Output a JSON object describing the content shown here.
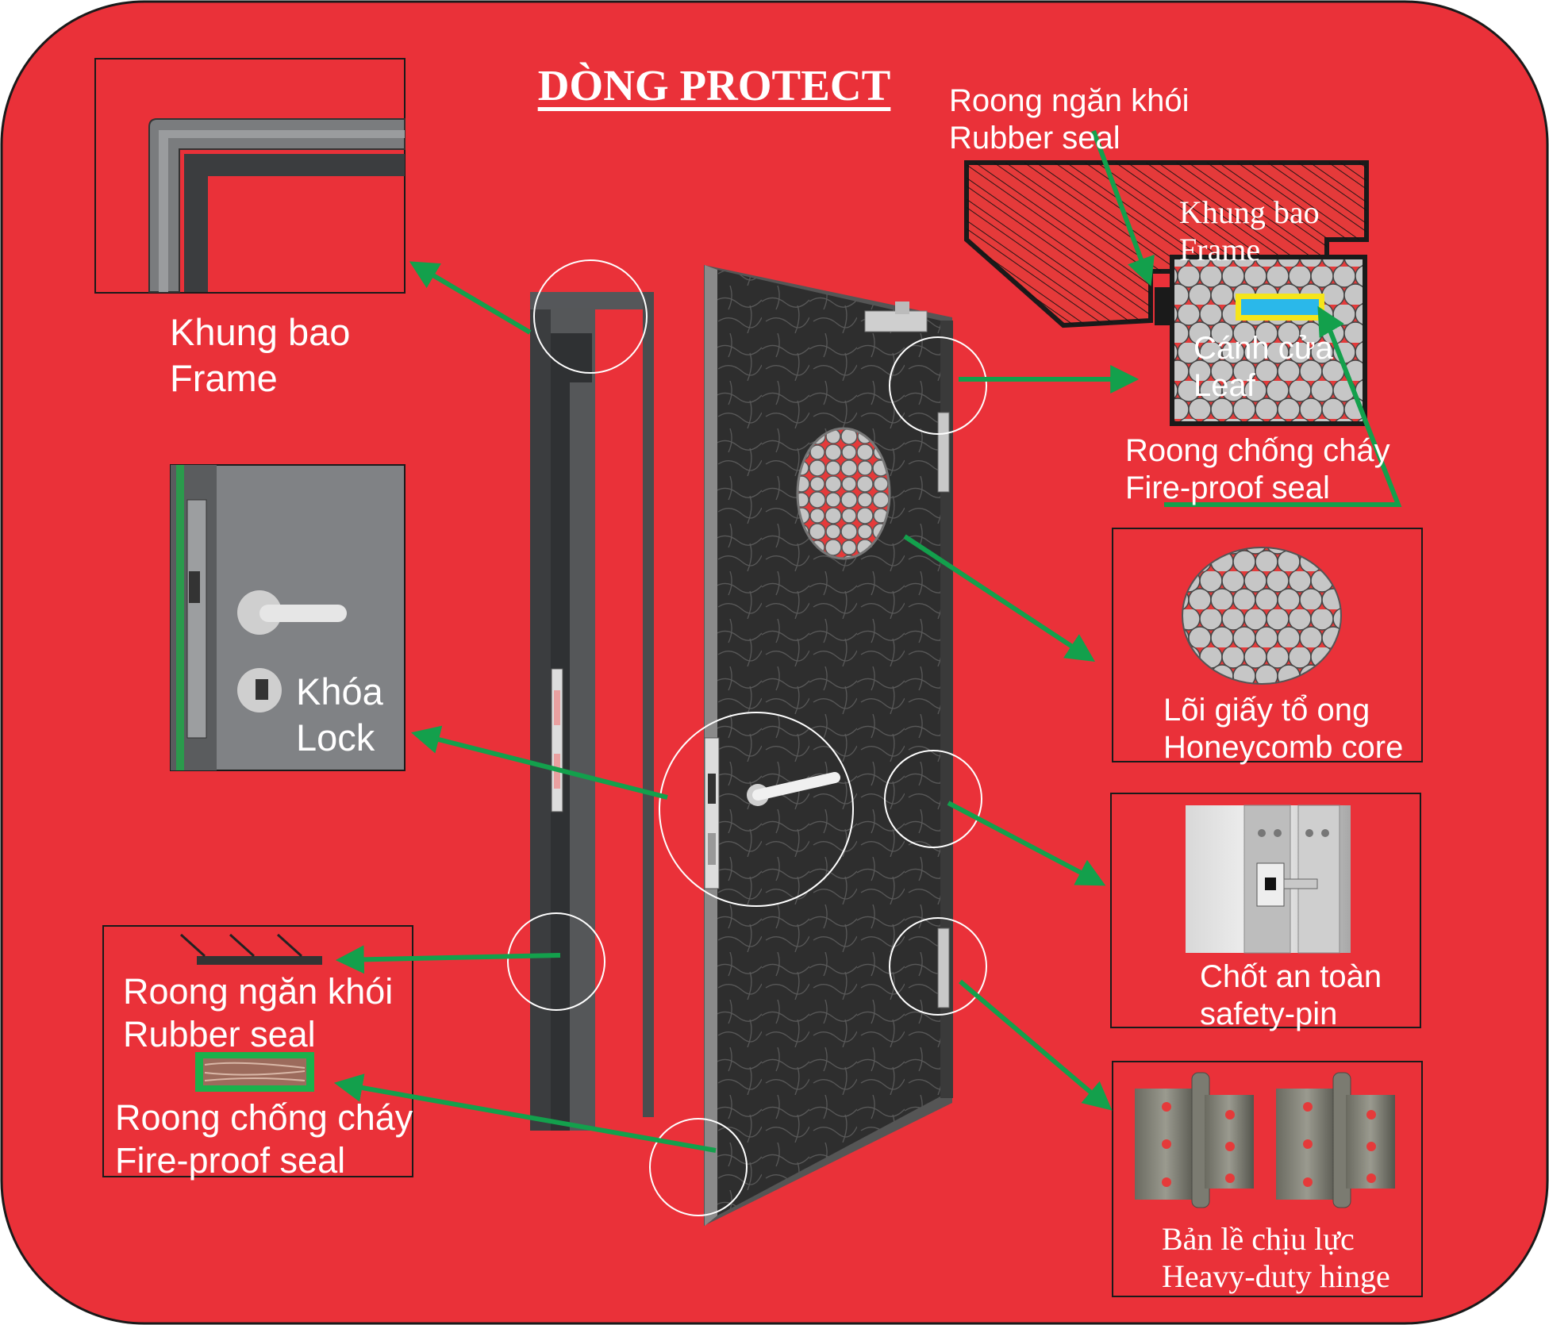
{
  "title": "DÒNG PROTECT",
  "colors": {
    "background": "#ea3139",
    "text": "#ffffff",
    "arrow": "#13a04c",
    "door": "#2e2e2e",
    "frame": "#444648",
    "core": "#c6c6c6",
    "seal_yellow": "#f5e51b",
    "seal_cyan": "#2ab8ea"
  },
  "labels": {
    "frame": {
      "vi": "Khung bao",
      "en": "Frame"
    },
    "lock": {
      "vi": "Khóa",
      "en": "Lock"
    },
    "smoke_seal_left": {
      "vi": "Roong ngăn khói",
      "en": "Rubber seal"
    },
    "fire_seal_left": {
      "vi": "Roong chống cháy",
      "en": "Fire-proof seal"
    },
    "smoke_seal_top": {
      "vi": "Roong ngăn khói",
      "en": "Rubber seal"
    },
    "section_frame": {
      "vi": "Khung bao",
      "en": "Frame"
    },
    "section_leaf": {
      "vi": "Cánh cửa",
      "en": "Leaf"
    },
    "fire_seal_right": {
      "vi": "Roong chống cháy",
      "en": "Fire-proof seal"
    },
    "core": {
      "vi": "Lõi giấy tổ ong",
      "en": "Honeycomb core"
    },
    "safety_pin": {
      "vi": "Chốt an toàn",
      "en": "safety-pin"
    },
    "hinge": {
      "vi": "Bản lề chịu lực",
      "en": "Heavy-duty hinge"
    }
  },
  "icons": [
    "door-icon",
    "frame-detail-icon",
    "lock-detail-icon",
    "honeycomb-core-icon",
    "safety-pin-icon",
    "hinge-icon",
    "cross-section-icon"
  ]
}
